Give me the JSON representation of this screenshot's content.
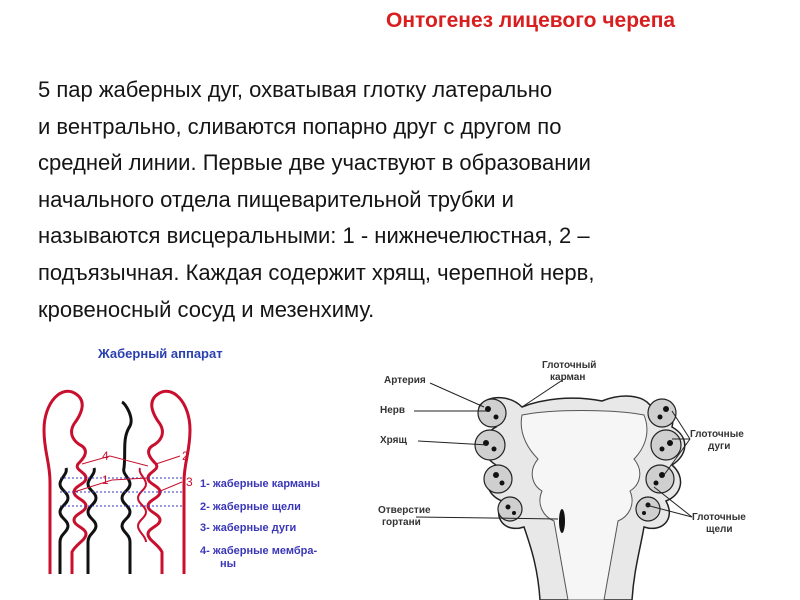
{
  "title": "Онтогенез лицевого черепа",
  "body_lines": [
    "5 пар жаберных дуг, охватывая глотку латерально",
    "и вентрально, сливаются попарно друг с другом по",
    "средней линии. Первые две участвуют в образовании",
    "начального отдела пищеварительной трубки и",
    "называются висцеральными: 1 - нижнечелюстная, 2 –",
    "подъязычная. Каждая содержит хрящ, черепной нерв,",
    "кровеносный сосуд и мезенхиму."
  ],
  "figure_left": {
    "title": "Жаберный аппарат",
    "markers": [
      "4",
      "1",
      "2",
      "3"
    ],
    "legend": [
      "1- жаберные карманы",
      "2- жаберные щели",
      "3- жаберные дуги",
      "4- жаберные мембра-",
      "ны"
    ],
    "colors": {
      "outline": "#c8102e",
      "inner": "#111111",
      "legend": "#3a36b8",
      "title": "#2a3fb0"
    }
  },
  "figure_right": {
    "labels": {
      "artery": "Артерия",
      "nerve": "Нерв",
      "cartilage": "Хрящ",
      "pouch_1": "Глоточный",
      "pouch_2": "карман",
      "arches_1": "Глоточные",
      "arches_2": "дуги",
      "slits_1": "Глоточные",
      "slits_2": "щели",
      "larynx_1": "Отверстие",
      "larynx_2": "гортани"
    }
  },
  "colors": {
    "title": "#d81e1e",
    "text": "#151515"
  }
}
